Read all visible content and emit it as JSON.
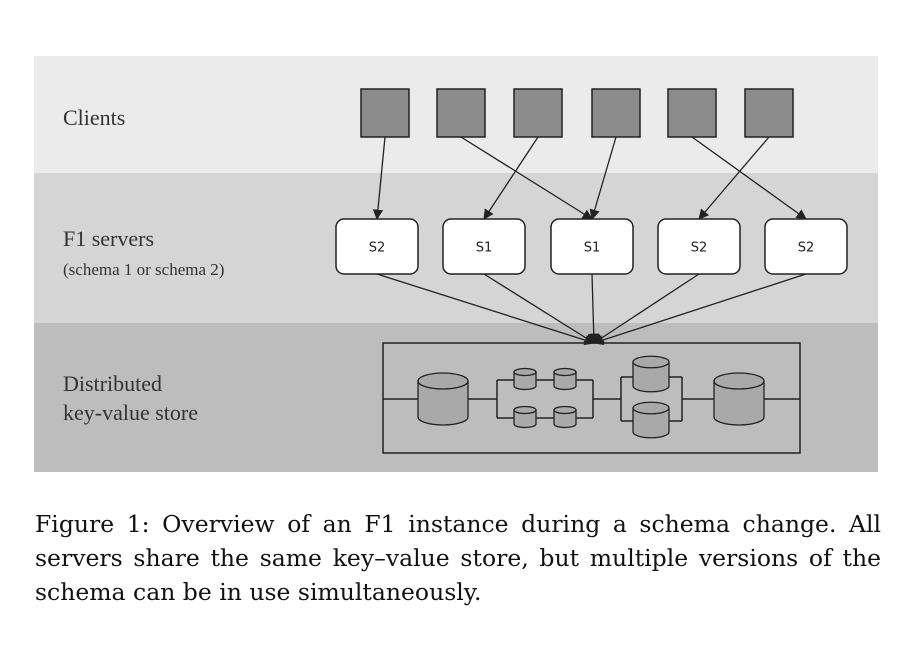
{
  "bands": {
    "clients": {
      "label": "Clients"
    },
    "servers": {
      "label": "F1 servers",
      "sublabel": "(schema 1 or schema 2)"
    },
    "store": {
      "label_line1": "Distributed",
      "label_line2": "key-value store"
    }
  },
  "servers": [
    {
      "label": "S2"
    },
    {
      "label": "S1"
    },
    {
      "label": "S1"
    },
    {
      "label": "S2"
    },
    {
      "label": "S2"
    }
  ],
  "client_count": 6,
  "connections": [
    {
      "client": 1,
      "server": 1
    },
    {
      "client": 2,
      "server": 3
    },
    {
      "client": 3,
      "server": 2
    },
    {
      "client": 4,
      "server": 3
    },
    {
      "client": 5,
      "server": 5
    },
    {
      "client": 6,
      "server": 4
    }
  ],
  "colors": {
    "clients_band": "#ebebeb",
    "servers_band": "#d5d5d5",
    "store_band": "#bdbdbd",
    "client_box": "#8c8c8c",
    "server_box": "#ffffff",
    "cylinder": "#a9a9a9"
  },
  "caption": {
    "text": "Figure 1: Overview of an F1 instance during a schema change. All servers share the same key–value store, but multiple versions of the schema can be in use simultaneously."
  }
}
